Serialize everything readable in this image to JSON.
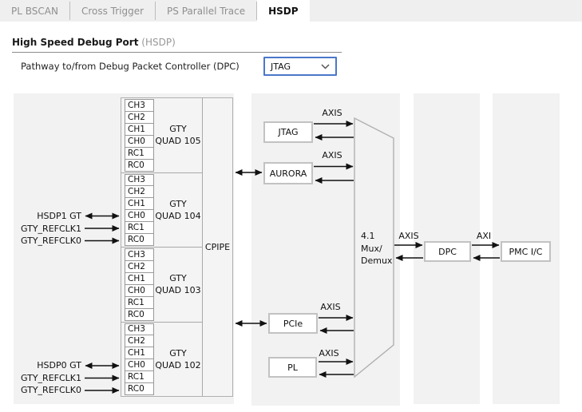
{
  "tabs": [
    {
      "label": "PL BSCAN",
      "active": false
    },
    {
      "label": "Cross Trigger",
      "active": false
    },
    {
      "label": "PS Parallel Trace",
      "active": false
    },
    {
      "label": "HSDP",
      "active": true
    }
  ],
  "header": {
    "title": "High Speed Debug Port",
    "subtitle": "(HSDP)"
  },
  "pathway": {
    "label": "Pathway to/from Debug Packet Controller (DPC)",
    "value": "JTAG"
  },
  "diagram": {
    "gty": {
      "channel_labels": [
        "CH3",
        "CH2",
        "CH1",
        "CH0",
        "RC1",
        "RC0"
      ],
      "quads": [
        {
          "line1": "GTY",
          "line2": "QUAD 105"
        },
        {
          "line1": "GTY",
          "line2": "QUAD 104"
        },
        {
          "line1": "GTY",
          "line2": "QUAD 103"
        },
        {
          "line1": "GTY",
          "line2": "QUAD 102"
        }
      ],
      "cpipe_label": "CPIPE"
    },
    "left_ports": {
      "hsdp1": {
        "label": "HSDP1 GT"
      },
      "refclk1_top": {
        "label": "GTY_REFCLK1"
      },
      "refclk0_top": {
        "label": "GTY_REFCLK0"
      },
      "hsdp0": {
        "label": "HSDP0 GT"
      },
      "refclk1_bottom": {
        "label": "GTY_REFCLK1"
      },
      "refclk0_bottom": {
        "label": "GTY_REFCLK0"
      }
    },
    "blocks": {
      "jtag": "JTAG",
      "aurora": "AURORA",
      "pcie": "PCIe",
      "pl": "PL",
      "mux": {
        "line1": "4.1",
        "line2": "Mux/",
        "line3": "Demux"
      },
      "dpc": "DPC",
      "pmc": "PMC I/C"
    },
    "bus_labels": {
      "jtag_axis": "AXIS",
      "aurora_axis": "AXIS",
      "pcie_axis": "AXIS",
      "pl_axis": "AXIS",
      "mux_axis": "AXIS",
      "dpc_axi": "AXI"
    }
  },
  "colors": {
    "accent_blue": "#4a77c9",
    "panel_gray": "#f2f2f2",
    "tabbar_gray": "#efefef",
    "arrow_black": "#111111",
    "border_gray": "#b0b0b0"
  }
}
